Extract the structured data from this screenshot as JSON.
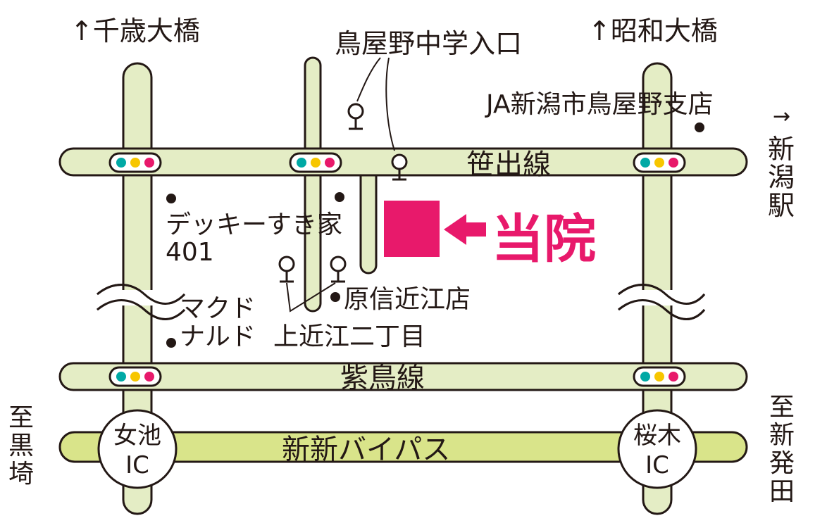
{
  "arrows": {
    "chitose": "↑千歳大橋",
    "showa": "↑昭和大橋",
    "niigata_arrow": "→"
  },
  "roads": {
    "sasade": "笹出線",
    "shicho": "紫鳥線",
    "bypass": "新新バイパス"
  },
  "directions": {
    "niigata_station": [
      "新",
      "潟",
      "駅"
    ],
    "kurosaki": [
      "至",
      "黒",
      "埼"
    ],
    "shibata": [
      "至",
      "新",
      "発",
      "田"
    ]
  },
  "landmarks": {
    "bus_stop_toriyano": "鳥屋野中学入口",
    "ja": "JA新潟市鳥屋野支店",
    "deckie": [
      "デッキー",
      "401"
    ],
    "sukiya": "すき家",
    "mcdonalds": [
      "マクド",
      "ナルド"
    ],
    "harashin": "原信近江店",
    "bus_stop_kamiomi": "上近江二丁目"
  },
  "clinic": {
    "label": "当院",
    "arrow": "←"
  },
  "interchanges": {
    "onnaike": [
      "女池",
      "IC"
    ],
    "sakuragi": [
      "桜木",
      "IC"
    ]
  },
  "colors": {
    "road_fill": "#e4edc5",
    "bypass_fill": "#d9e48a",
    "outline": "#231815",
    "accent": "#e8196b",
    "signal_teal": "#00a9a5",
    "signal_yellow": "#f7c600",
    "signal_pink": "#e8196b"
  }
}
